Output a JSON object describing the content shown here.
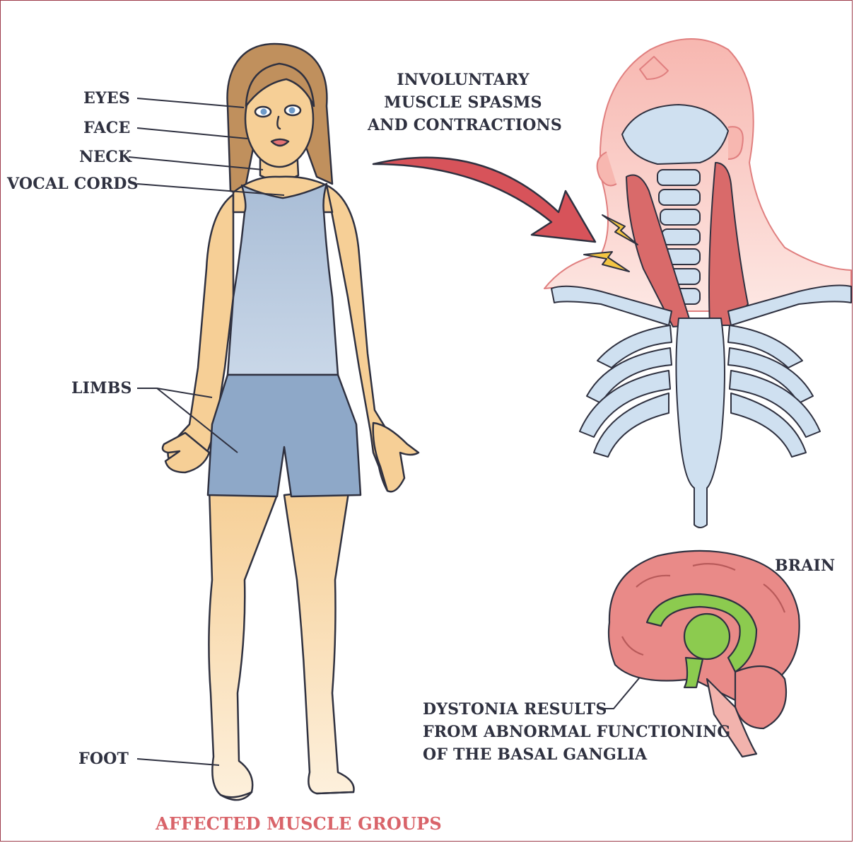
{
  "labels": {
    "eyes": "EYES",
    "face": "FACE",
    "neck": "NECK",
    "vocal_cords": "VOCAL CORDS",
    "limbs": "LIMBS",
    "foot": "FOOT",
    "spasms_line1": "INVOLUNTARY",
    "spasms_line2": "MUSCLE SPASMS",
    "spasms_line3": "AND CONTRACTIONS",
    "brain": "BRAIN",
    "dystonia_line1": "DYSTONIA RESULTS",
    "dystonia_line2": "FROM ABNORMAL FUNCTIONING",
    "dystonia_line3": "OF THE BASAL GANGLIA",
    "title": "AFFECTED MUSCLE GROUPS"
  },
  "colors": {
    "label_text": "#2f3140",
    "title_text": "#d9646a",
    "skin": "#f6cf96",
    "top": "#b7c8dd",
    "shorts": "#8ea8c8",
    "hair": "#c0905d",
    "bone": "#cfe0f0",
    "muscle": "#d96a6a",
    "arrow": "#d7535a",
    "brain": "#e98a88",
    "basal_ganglia": "#8ccb4f",
    "frame_border": "#9c3a4a"
  },
  "icons": {
    "woman": "woman-figure-illustration",
    "neck_skeleton": "neck-skeleton-illustration",
    "brain": "brain-cross-section-illustration",
    "arrow": "curved-arrow-icon",
    "spark": "lightning-spark-icon"
  }
}
